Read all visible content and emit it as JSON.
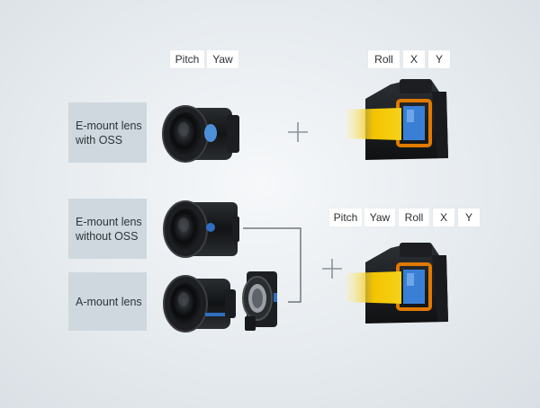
{
  "top": {
    "lens_chips": [
      "Pitch",
      "Yaw"
    ],
    "body_chips": [
      "Roll",
      "X",
      "Y"
    ],
    "label": "E-mount lens with OSS"
  },
  "bottom": {
    "body_chips": [
      "Pitch",
      "Yaw",
      "Roll",
      "X",
      "Y"
    ],
    "label_emount": "E-mount lens without OSS",
    "label_amount": "A-mount lens"
  },
  "colors": {
    "label_bg": "#cfd8de",
    "chip_bg": "#ffffff",
    "beam": "#f2c300",
    "sensor_frame": "#e07a00",
    "sensor": "#3a7fd6",
    "connector": "#6e787e"
  },
  "icons": [
    "lens-oss-icon",
    "lens-zeiss-icon",
    "lens-amount-icon",
    "mount-adapter-icon",
    "camera-body-icon",
    "plus-icon"
  ]
}
